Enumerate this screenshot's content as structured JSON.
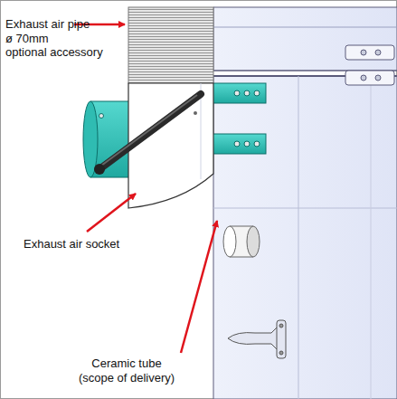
{
  "diagram": {
    "labels": [
      "Exhaust air pipe",
      "ø 70mm",
      "optional accessory",
      "Exhaust air socket",
      "Ceramic tube",
      "(scope of delivery)"
    ]
  }
}
